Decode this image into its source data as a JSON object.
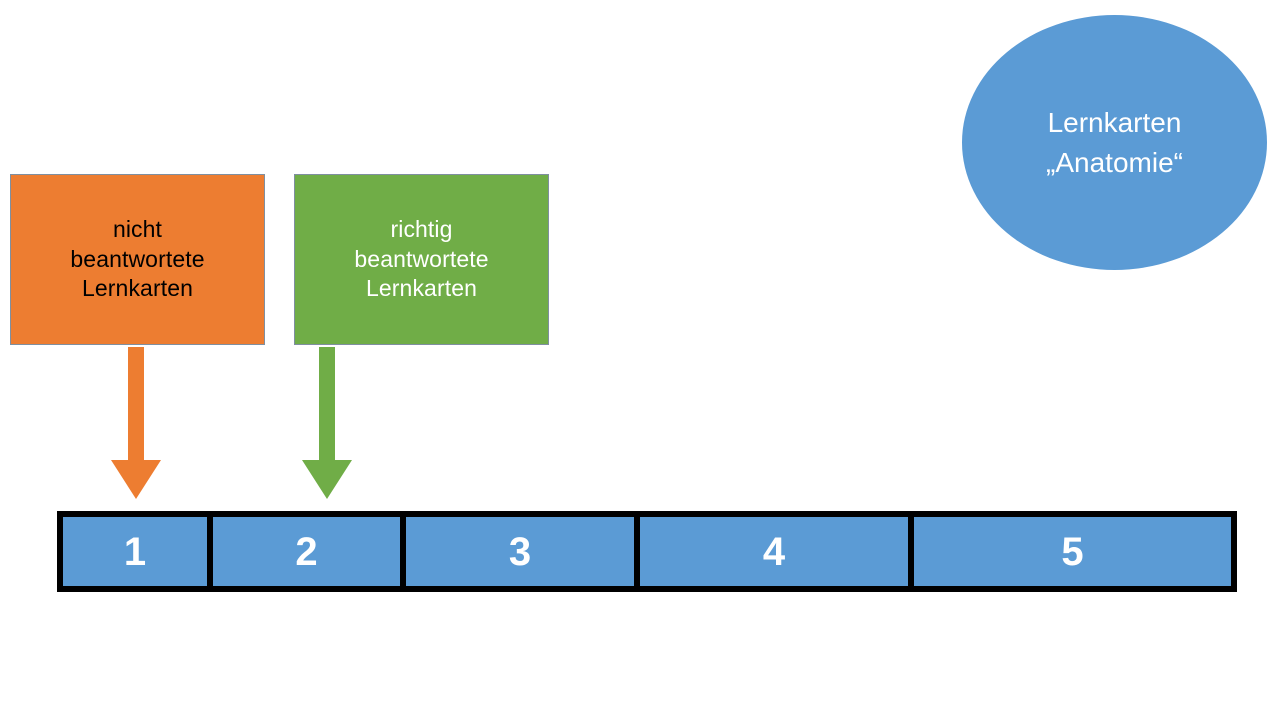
{
  "diagram": {
    "background_color": "#FFFFFF",
    "legend_boxes": [
      {
        "id": "unanswered",
        "lines": [
          "nicht",
          "beantwortete",
          "Lernkarten"
        ],
        "fill_color": "#ED7D31",
        "text_color": "#000000",
        "border_color": "#7F8FA0"
      },
      {
        "id": "correct",
        "lines": [
          "richtig",
          "beantwortete",
          "Lernkarten"
        ],
        "fill_color": "#70AD47",
        "text_color": "#FFFFFF",
        "border_color": "#7F8FA0"
      }
    ],
    "arrows": [
      {
        "id": "unanswered-arrow",
        "direction": "down",
        "color": "#ED7D31",
        "from": "nicht beantwortete Lernkarten",
        "to": "1"
      },
      {
        "id": "correct-arrow",
        "direction": "down",
        "color": "#70AD47",
        "from": "richtig beantwortete Lernkarten",
        "to": "2"
      }
    ],
    "deck_bar": {
      "frame_color": "#000000",
      "cell_color": "#5B9BD5",
      "cell_text_color": "#FFFFFF",
      "cells": [
        {
          "label": "1"
        },
        {
          "label": "2"
        },
        {
          "label": "3"
        },
        {
          "label": "4"
        },
        {
          "label": "5"
        }
      ]
    },
    "topic_bubble": {
      "lines": [
        "Lernkarten",
        "„Anatomie“"
      ],
      "fill_color": "#5B9BD5",
      "text_color": "#FFFFFF"
    }
  }
}
